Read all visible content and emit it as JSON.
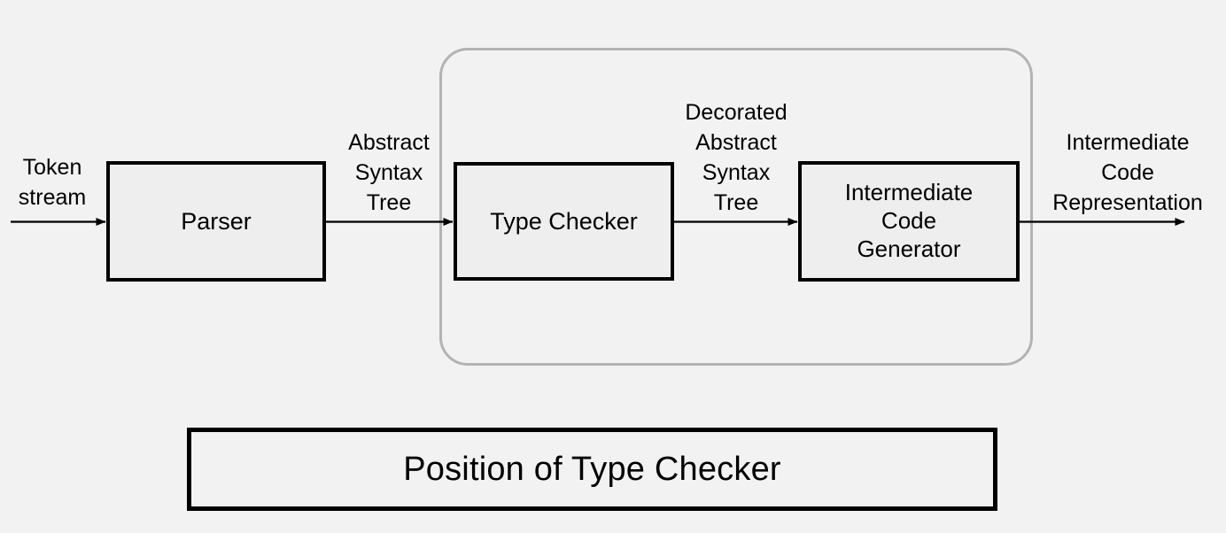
{
  "diagram": {
    "title": "Position of Type Checker",
    "background_color": "#f2f2f2",
    "box_fill_color": "#eeeeee",
    "box_border_color": "#000000",
    "group_border_color": "#b3b3b3",
    "nodes": [
      {
        "id": "parser",
        "label": "Parser"
      },
      {
        "id": "type_checker",
        "label": "Type Checker"
      },
      {
        "id": "intermediate_code_generator",
        "label": "Intermediate\nCode\nGenerator"
      }
    ],
    "edge_labels": {
      "token_stream": "Token\nstream",
      "abstract_syntax_tree": "Abstract\nSyntax\nTree",
      "decorated_abstract_syntax_tree": "Decorated\nAbstract\nSyntax\nTree",
      "intermediate_code_representation": "Intermediate\nCode\nRepresentation"
    }
  },
  "caption": {
    "text": "Position of Type Checker"
  }
}
